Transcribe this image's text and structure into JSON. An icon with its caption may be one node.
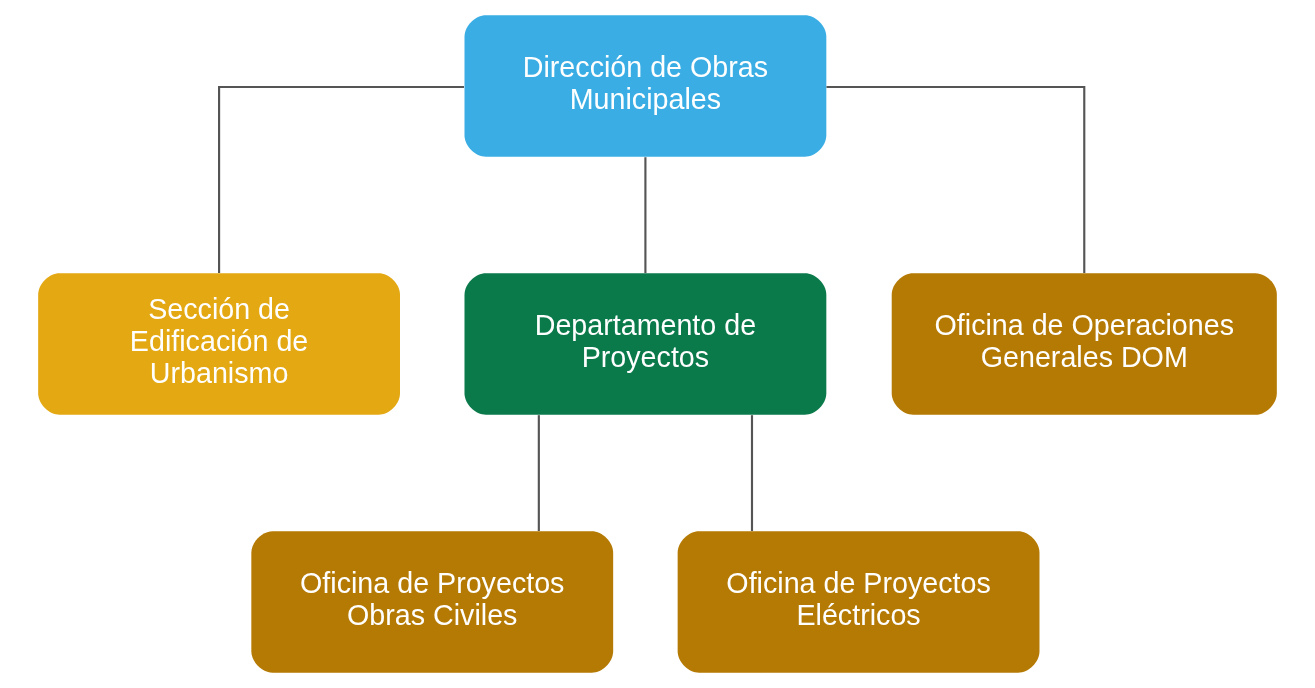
{
  "diagram": {
    "nodes": [
      {
        "text": [
          "Dirección de Obras Municipales"
        ]
      },
      {
        "text": [
          "Sección de Edificación de Urbanismo"
        ]
      },
      {
        "text": [
          "Departamento de Proyectos"
        ]
      },
      {
        "text": [
          "Oficina de Operaciones Generales DOM"
        ]
      },
      {
        "text": [
          "Oficina de Proyectos Obras Civiles"
        ]
      },
      {
        "text": [
          "Oficina de Proyectos Eléctricos"
        ]
      }
    ],
    "edges": [
      {
        "from": 0,
        "to": 1,
        "arrow": "none"
      },
      {
        "from": 0,
        "to": 2,
        "arrow": "none"
      },
      {
        "from": 0,
        "to": 3,
        "arrow": "none"
      },
      {
        "from": 2,
        "to": 4,
        "arrow": "none"
      },
      {
        "from": 2,
        "to": 5,
        "arrow": "none"
      }
    ]
  }
}
